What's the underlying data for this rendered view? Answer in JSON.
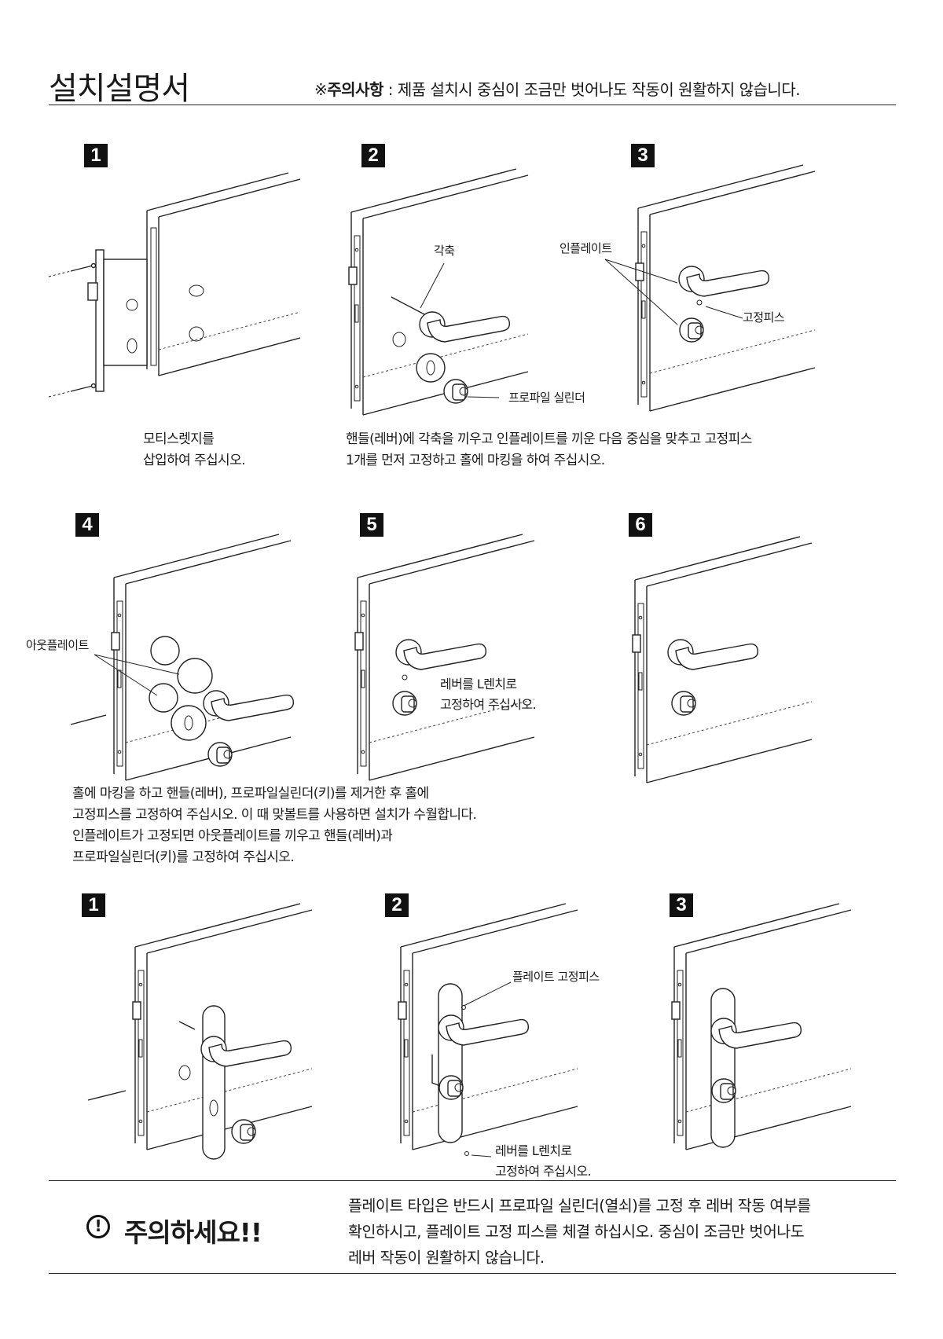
{
  "header": {
    "title": "설치설명서",
    "notice_mark": "※",
    "notice_bold": "주의사항",
    "notice_text": " : 제품 설치시 중심이 조금만 벗어나도 작동이 원활하지 않습니다."
  },
  "section1": {
    "steps": [
      {
        "number": "1"
      },
      {
        "number": "2",
        "labels": [
          "각축",
          "프로파일 실린더"
        ]
      },
      {
        "number": "3",
        "labels": [
          "인플레이트",
          "고정피스"
        ]
      }
    ],
    "caption_left": [
      "모티스렛지를",
      "삽입하여 주십시오."
    ],
    "caption_right": [
      "핸들(레버)에 각축을 끼우고 인플레이트를 끼운 다음 중심을 맞추고 고정피스",
      "1개를 먼저 고정하고 홀에 마킹을 하여 주십시오."
    ]
  },
  "section2": {
    "steps": [
      {
        "number": "4",
        "labels": [
          "아웃플레이트"
        ]
      },
      {
        "number": "5",
        "labels": [
          "레버를 L렌치로",
          "고정하여 주십시오."
        ]
      },
      {
        "number": "6"
      }
    ],
    "caption": [
      "홀에 마킹을 하고 핸들(레버), 프로파일실린더(키)를 제거한 후 홀에",
      "고정피스를 고정하여 주십시오. 이 때 맞볼트를 사용하면 설치가 수월합니다.",
      "인플레이트가 고정되면 아웃플레이트를 끼우고 핸들(레버)과",
      "프로파일실린더(키)를 고정하여 주십시오."
    ]
  },
  "section3": {
    "steps": [
      {
        "number": "1"
      },
      {
        "number": "2",
        "labels": [
          "플레이트 고정피스",
          "레버를 L렌치로",
          "고정하여 주십시오."
        ]
      },
      {
        "number": "3"
      }
    ]
  },
  "caution": {
    "icon": "!",
    "title": "주의하세요!!",
    "lines": [
      "플레이트 타입은 반드시 프로파일 실린더(열쇠)를 고정 후 레버 작동 여부를",
      "확인하시고, 플레이트 고정 피스를 체결 하십시오. 중심이 조금만 벗어나도",
      "레버 작동이 원활하지 않습니다."
    ]
  }
}
